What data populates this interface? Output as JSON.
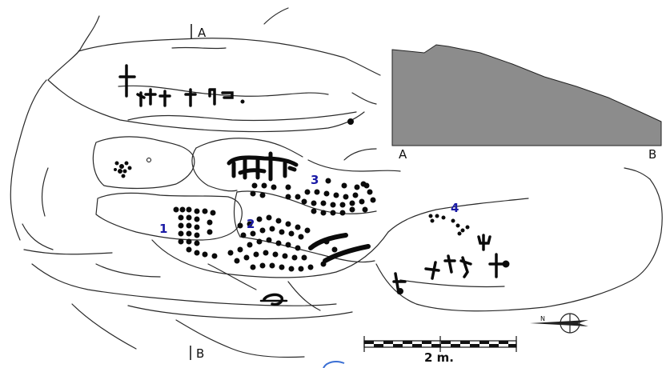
{
  "section_markers": {
    "top": "A",
    "bottom": "B"
  },
  "profile": {
    "start_label": "A",
    "end_label": "B"
  },
  "zones": [
    "1",
    "2",
    "3",
    "4"
  ],
  "scale": {
    "label": "2 m."
  },
  "north_arrow": {
    "letter": "N"
  }
}
